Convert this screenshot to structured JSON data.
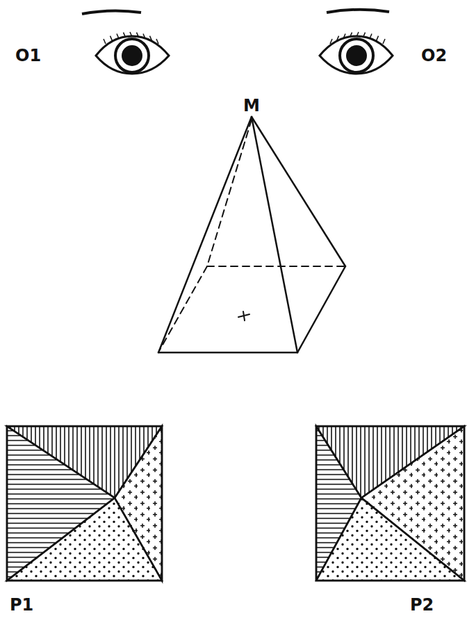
{
  "diagram": {
    "labels": [
      "O1",
      "O2",
      "M",
      "P1",
      "P2"
    ]
  }
}
